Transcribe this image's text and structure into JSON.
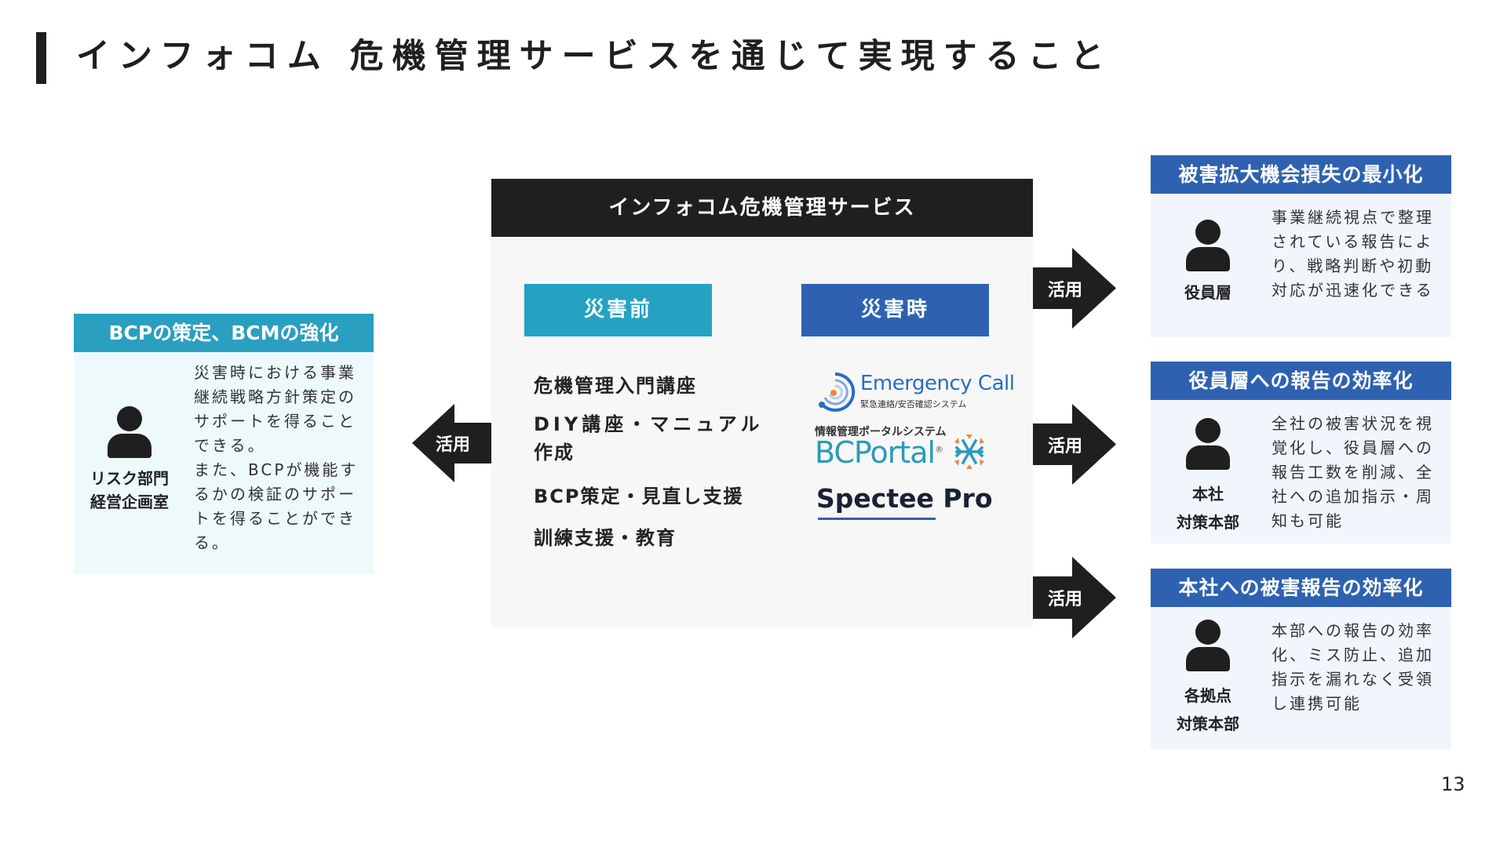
{
  "title": "インフォコム 危機管理サービスを通じて実現すること",
  "left_panel": {
    "heading": "BCPの策定、BCMの強化",
    "role_line1": "リスク部門",
    "role_line2": "経営企画室",
    "description": "災害時における事業\n継続戦略方針策定の\nサポートを得ること\nできる。\nまた、BCPが機能す\nるかの検証のサポー\nトを得ることができ\nる。",
    "icon": "person-icon"
  },
  "left_arrow": {
    "label": "活用",
    "icon": "arrow-left-icon"
  },
  "center_panel": {
    "heading": "インフォコム危機管理サービス",
    "before": {
      "label": "災害前",
      "items": [
        "危機管理入門講座",
        "DIY講座・マニュアル",
        "作成",
        "BCP策定・見直し支援",
        "訓練支援・教育"
      ]
    },
    "during": {
      "label": "災害時",
      "logos": {
        "emergency_call": {
          "name": "Emergency Call",
          "subtitle": "緊急連絡/安否確認システム"
        },
        "bcportal": {
          "subtitle": "情報管理ポータルシステム",
          "name": "BCPortal",
          "reg": "®"
        },
        "spectee": {
          "name": "Spectee Pro"
        }
      }
    }
  },
  "right_arrows": [
    {
      "label": "活用",
      "icon": "arrow-right-icon"
    },
    {
      "label": "活用",
      "icon": "arrow-right-icon"
    },
    {
      "label": "活用",
      "icon": "arrow-right-icon"
    }
  ],
  "right_panels": [
    {
      "heading": "被害拡大機会損失の最小化",
      "role_line1": "役員層",
      "role_line2": "",
      "description": "事業継続視点で整理\nされている報告によ\nり、戦略判断や初動\n対応が迅速化できる"
    },
    {
      "heading": "役員層への報告の効率化",
      "role_line1": "本社",
      "role_line2": "対策本部",
      "description": "全社の被害状況を視\n覚化し、役員層への\n報告工数を削減、全\n社への追加指示・周\n知も可能"
    },
    {
      "heading": "本社への被害報告の効率化",
      "role_line1": "各拠点",
      "role_line2": "対策本部",
      "description": "本部への報告の効率\n化、ミス防止、追加\n指示を漏れなく受領\nし連携可能"
    }
  ],
  "colors": {
    "dark": "#1f1f1f",
    "teal": "#25a2c2",
    "blue": "#2e62b0",
    "left_bg": "#eef9fc",
    "right_bg": "#f1f6fd",
    "center_bg": "#f7f7f7"
  },
  "page_number": "13"
}
